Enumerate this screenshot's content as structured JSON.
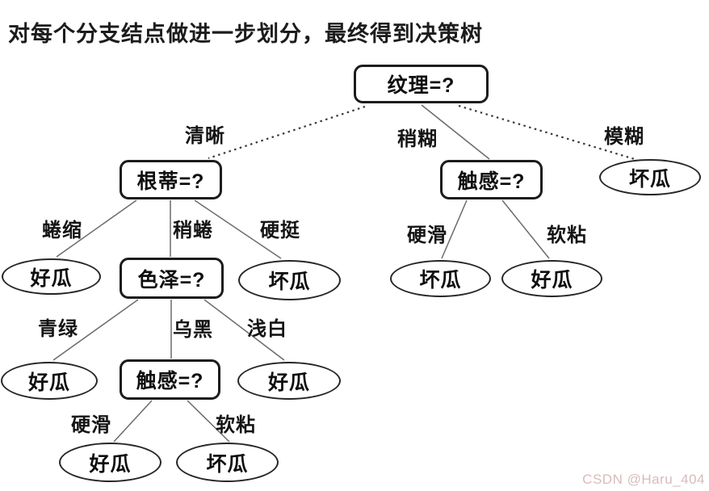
{
  "title": "对每个分支结点做进一步划分，最终得到决策树",
  "watermark": "CSDN @Haru_404",
  "colors": {
    "background": "#ffffff",
    "node_border": "#1c1c1c",
    "node_fill": "#ffffff",
    "text": "#141414",
    "solid_edge": "#6b6b6b",
    "dotted_edge": "#3a3a3a",
    "watermark_text": "#d6bcbc"
  },
  "tree": {
    "nodes": [
      {
        "label": "纹理=?",
        "type": "decision"
      },
      {
        "label": "根蒂=?",
        "type": "decision"
      },
      {
        "label": "触感=?",
        "type": "decision"
      },
      {
        "label": "坏瓜",
        "type": "leaf"
      },
      {
        "label": "好瓜",
        "type": "leaf"
      },
      {
        "label": "色泽=?",
        "type": "decision"
      },
      {
        "label": "坏瓜",
        "type": "leaf"
      },
      {
        "label": "坏瓜",
        "type": "leaf"
      },
      {
        "label": "好瓜",
        "type": "leaf"
      },
      {
        "label": "好瓜",
        "type": "leaf"
      },
      {
        "label": "触感=?",
        "type": "decision"
      },
      {
        "label": "好瓜",
        "type": "leaf"
      },
      {
        "label": "好瓜",
        "type": "leaf"
      },
      {
        "label": "坏瓜",
        "type": "leaf"
      }
    ],
    "edge_labels": [
      "清晰",
      "稍糊",
      "模糊",
      "蜷缩",
      "稍蜷",
      "硬挺",
      "青绿",
      "乌黑",
      "浅白",
      "硬滑",
      "软粘",
      "硬滑",
      "软粘"
    ],
    "hierarchy": {
      "label": "纹理=?",
      "children": [
        {
          "edge": "清晰",
          "label": "根蒂=?",
          "children": [
            {
              "edge": "蜷缩",
              "label": "好瓜"
            },
            {
              "edge": "稍蜷",
              "label": "色泽=?",
              "children": [
                {
                  "edge": "青绿",
                  "label": "好瓜"
                },
                {
                  "edge": "乌黑",
                  "label": "触感=?",
                  "children": [
                    {
                      "edge": "硬滑",
                      "label": "好瓜"
                    },
                    {
                      "edge": "软粘",
                      "label": "坏瓜"
                    }
                  ]
                },
                {
                  "edge": "浅白",
                  "label": "好瓜"
                }
              ]
            },
            {
              "edge": "硬挺",
              "label": "坏瓜"
            }
          ]
        },
        {
          "edge": "稍糊",
          "label": "触感=?",
          "children": [
            {
              "edge": "硬滑",
              "label": "坏瓜"
            },
            {
              "edge": "软粘",
              "label": "好瓜"
            }
          ]
        },
        {
          "edge": "模糊",
          "label": "坏瓜"
        }
      ]
    }
  }
}
